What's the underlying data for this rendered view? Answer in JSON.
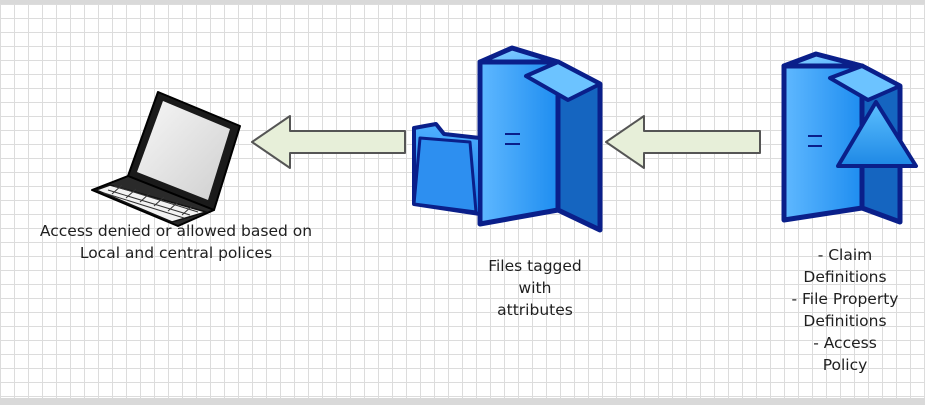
{
  "client": {
    "caption_lines": [
      "Access denied or allowed based on",
      "Local and central polices"
    ]
  },
  "file_server": {
    "caption_lines": [
      "Files tagged",
      "with",
      "attributes"
    ]
  },
  "policy_server": {
    "caption_lines": [
      "- Claim",
      "Definitions",
      "- File Property",
      "Definitions",
      "- Access",
      "Policy"
    ]
  },
  "colors": {
    "server_fill": "#1e90ff",
    "server_dark": "#0a1f8a",
    "arrow_fill": "#e7efd9",
    "arrow_stroke": "#555555",
    "grid": "#dcdcdc"
  },
  "icons": {
    "client": "laptop-icon",
    "file_server": "server-icon",
    "folder": "folder-icon",
    "policy_server": "server-icon",
    "policy_badge": "triangle-icon"
  }
}
